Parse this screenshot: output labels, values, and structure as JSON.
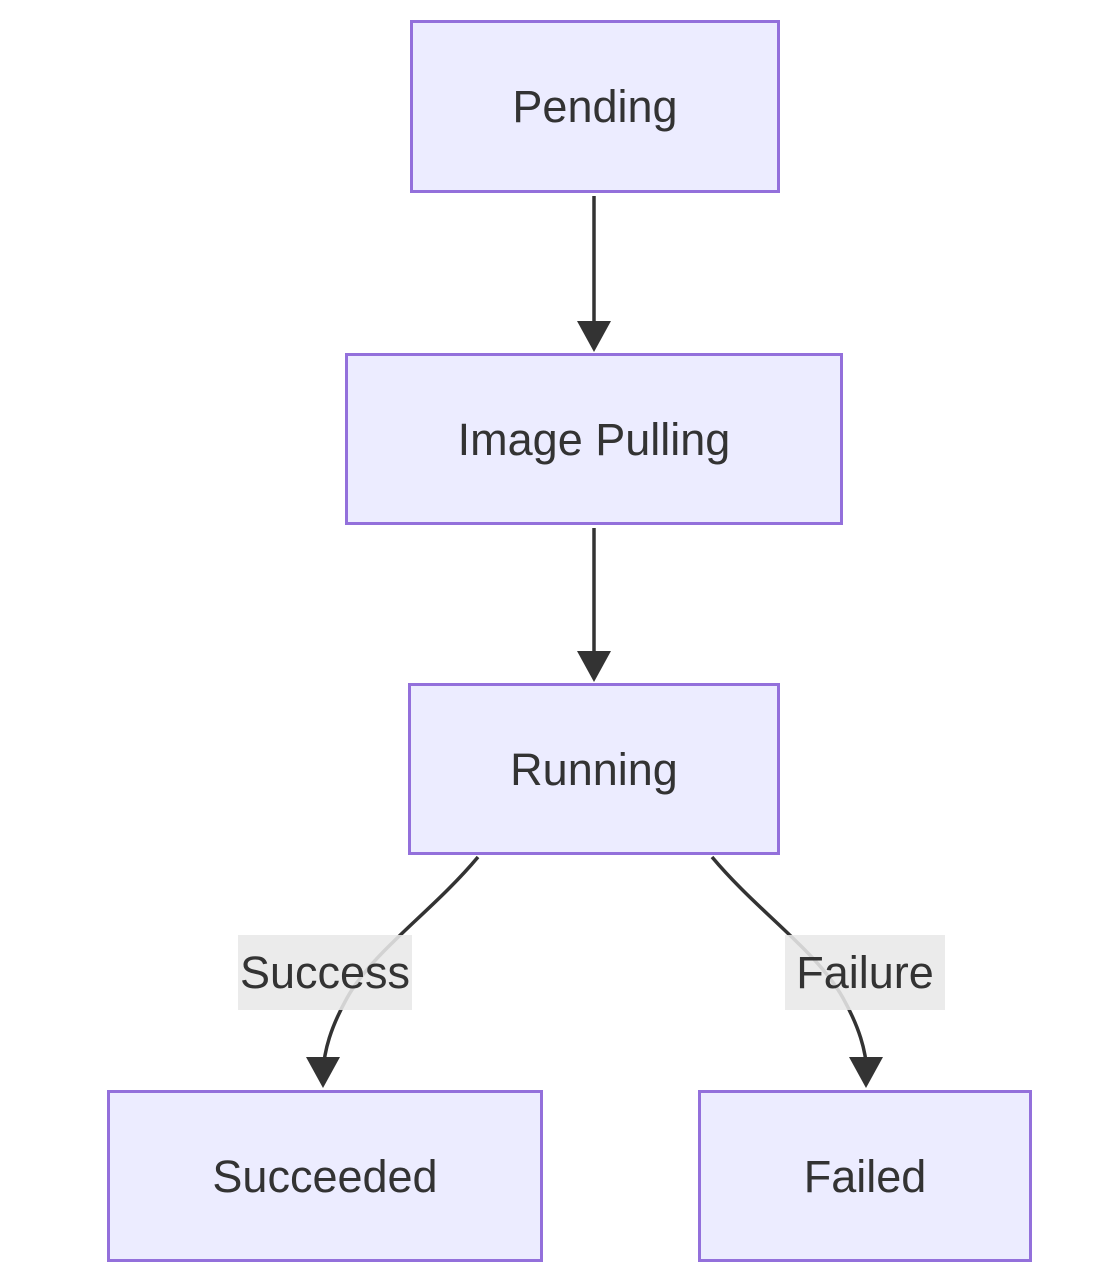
{
  "diagram": {
    "type": "flowchart",
    "direction": "top-down",
    "nodes": [
      {
        "id": "pending",
        "label": "Pending"
      },
      {
        "id": "image_pulling",
        "label": "Image Pulling"
      },
      {
        "id": "running",
        "label": "Running"
      },
      {
        "id": "succeeded",
        "label": "Succeeded"
      },
      {
        "id": "failed",
        "label": "Failed"
      }
    ],
    "edges": [
      {
        "from": "pending",
        "to": "image_pulling",
        "label": ""
      },
      {
        "from": "image_pulling",
        "to": "running",
        "label": ""
      },
      {
        "from": "running",
        "to": "succeeded",
        "label": "Success"
      },
      {
        "from": "running",
        "to": "failed",
        "label": "Failure"
      }
    ],
    "colors": {
      "node_fill": "#ECECFF",
      "node_border": "#9370DB",
      "text": "#333333",
      "edge": "#333333",
      "edge_label_bg": "#e8e8e8",
      "background": "#ffffff"
    }
  }
}
